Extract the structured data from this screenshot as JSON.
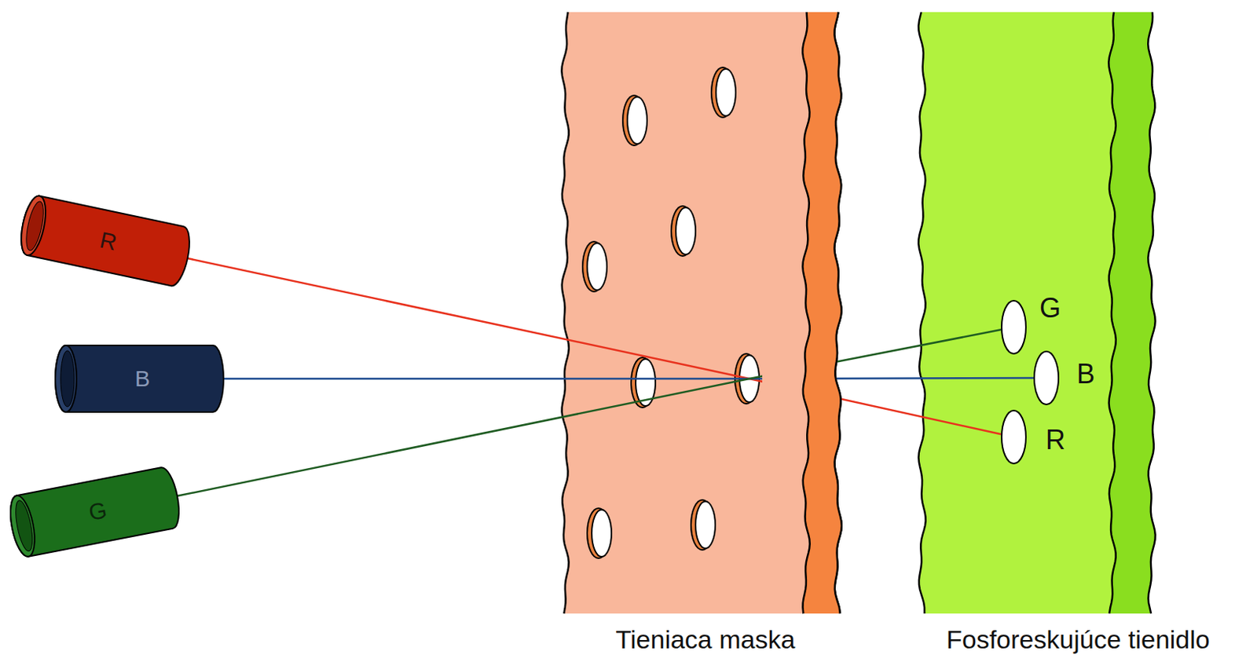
{
  "diagram": {
    "nodes": [
      {
        "text": [
          "R"
        ]
      },
      {
        "text": [
          "B"
        ]
      },
      {
        "text": [
          "G"
        ]
      },
      {
        "text": [
          "Tieniaca maska"
        ]
      },
      {
        "text": [
          "Fosforeskujúce tienidlo"
        ]
      },
      {
        "text": [
          "G"
        ],
        "in": 4
      },
      {
        "text": [
          "B"
        ],
        "in": 4
      },
      {
        "text": [
          "R"
        ],
        "in": 4
      }
    ],
    "edges": [
      {
        "from": 0,
        "to": 7,
        "arrow": "none"
      },
      {
        "from": 1,
        "to": 6,
        "arrow": "none"
      },
      {
        "from": 2,
        "to": 5,
        "arrow": "none"
      }
    ]
  }
}
